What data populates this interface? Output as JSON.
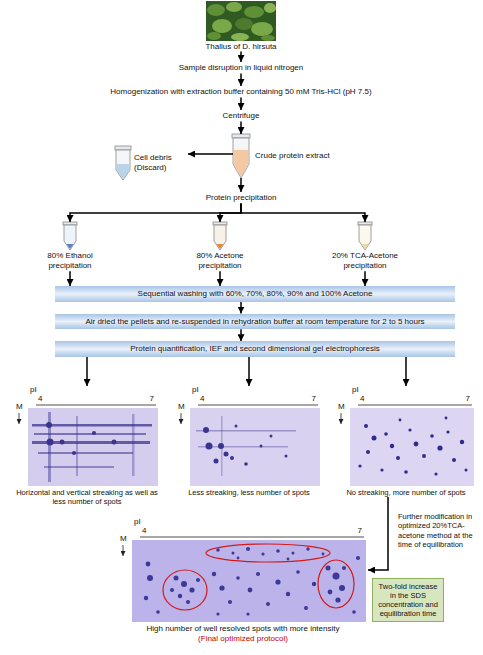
{
  "diagram": {
    "nodes": [
      {
        "text": [
          "Thallus of D. hirsuta"
        ]
      },
      {
        "text": [
          "Sample disruption in liquid nitrogen"
        ]
      },
      {
        "text": [
          "Homogenization with extraction buffer containing 50 mM Tris-HCl (pH 7.5)"
        ]
      },
      {
        "text": [
          "Centrifuge"
        ]
      },
      {
        "text": [
          "Cell debris (Discard)"
        ]
      },
      {
        "text": [
          "Crude protein extract"
        ]
      },
      {
        "text": [
          "Protein precipitation"
        ]
      },
      {
        "text": [
          "80% Ethanol precipitation"
        ]
      },
      {
        "text": [
          "80% Acetone precipitation"
        ]
      },
      {
        "text": [
          "20% TCA-Acetone precipitation"
        ]
      },
      {
        "text": [
          "Sequential washing with 60%, 70%, 80%, 90% and 100% Acetone"
        ]
      },
      {
        "text": [
          "Air dried the pellets and re-suspended in rehydration buffer at room temperature for 2 to 5 hours"
        ]
      },
      {
        "text": [
          "Protein quantification, IEF and second dimensional gel electrophoresis"
        ]
      },
      {
        "text": [
          "pI",
          "4",
          "7",
          "M",
          "Horizontal and vertical streaking as well as less number of spots"
        ]
      },
      {
        "text": [
          "pI",
          "4",
          "7",
          "M",
          "Less streaking, less number of spots"
        ]
      },
      {
        "text": [
          "pI",
          "4",
          "7",
          "M",
          "No streaking, more number of spots"
        ]
      },
      {
        "text": [
          "Two-fold increase in the SDS concentration and equilibration time"
        ]
      },
      {
        "text": [
          "pI",
          "4",
          "7",
          "M",
          "High number of well resolved spots with more intensity",
          "(Final optimized protocol)"
        ]
      }
    ],
    "edges": [
      {
        "from": 0,
        "to": 1,
        "arrow": "to"
      },
      {
        "from": 1,
        "to": 2,
        "arrow": "to"
      },
      {
        "from": 2,
        "to": 3,
        "arrow": "to"
      },
      {
        "from": 3,
        "to": 5,
        "arrow": "to"
      },
      {
        "from": 5,
        "to": 4,
        "arrow": "to"
      },
      {
        "from": 5,
        "to": 6,
        "arrow": "to"
      },
      {
        "from": 6,
        "to": 7,
        "arrow": "to"
      },
      {
        "from": 6,
        "to": 8,
        "arrow": "to"
      },
      {
        "from": 6,
        "to": 9,
        "arrow": "to"
      },
      {
        "from": 7,
        "to": 10,
        "arrow": "to"
      },
      {
        "from": 8,
        "to": 10,
        "arrow": "to"
      },
      {
        "from": 9,
        "to": 10,
        "arrow": "to"
      },
      {
        "from": 10,
        "to": 11,
        "arrow": "to"
      },
      {
        "from": 11,
        "to": 12,
        "arrow": "to"
      },
      {
        "from": 12,
        "to": 13,
        "arrow": "to"
      },
      {
        "from": 12,
        "to": 14,
        "arrow": "to"
      },
      {
        "from": 12,
        "to": 15,
        "arrow": "to"
      },
      {
        "from": 15,
        "to": 17,
        "arrow": "to"
      }
    ],
    "labels": [
      "Further modification in optimized 20%TCA-acetone method at the time of equilibration"
    ]
  }
}
